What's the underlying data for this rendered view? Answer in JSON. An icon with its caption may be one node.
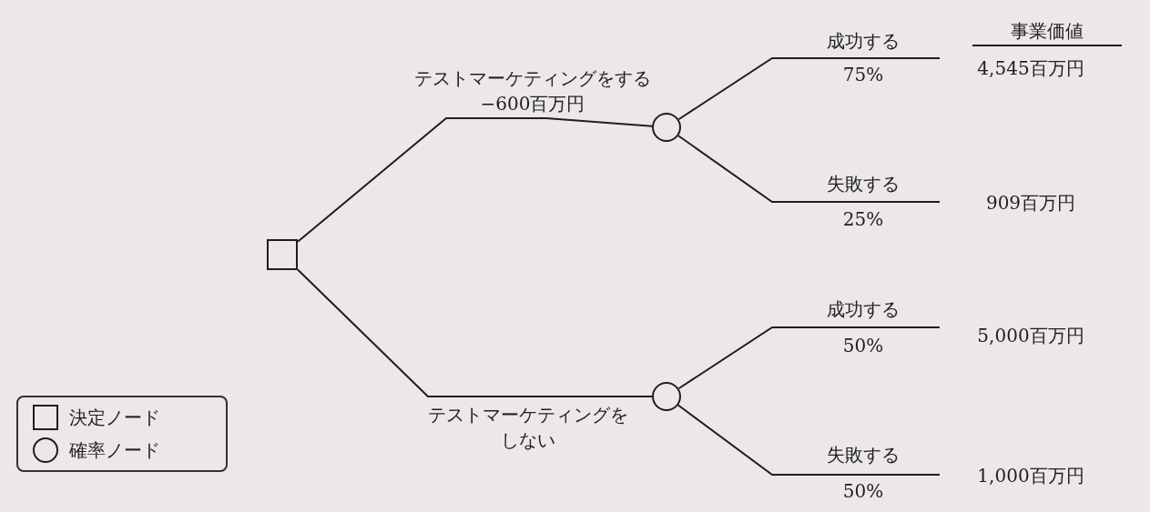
{
  "diagram": {
    "nodes": [
      {
        "text": [],
        "shape": "box"
      },
      {
        "text": [],
        "shape": "circle"
      },
      {
        "text": [],
        "shape": "circle"
      },
      {
        "text": [
          "4,545百万円"
        ]
      },
      {
        "text": [
          "909百万円"
        ]
      },
      {
        "text": [
          "5,000百万円"
        ]
      },
      {
        "text": [
          "1,000百万円"
        ]
      }
    ],
    "edges": [
      {
        "from": 0,
        "to": 1,
        "arrow": "none",
        "label": "テストマーケティングをする−600百万円"
      },
      {
        "from": 0,
        "to": 2,
        "arrow": "none",
        "label": "テストマーケティングをしない"
      },
      {
        "from": 1,
        "to": 3,
        "arrow": "none",
        "label": "成功する"
      },
      {
        "from": 1,
        "to": 4,
        "arrow": "none",
        "label": "失敗する"
      },
      {
        "from": 2,
        "to": 5,
        "arrow": "none",
        "label": "成功する"
      },
      {
        "from": 2,
        "to": 6,
        "arrow": "none",
        "label": "失敗する"
      }
    ],
    "labels": [
      "事業価値",
      "75%",
      "25%",
      "50%",
      "50%"
    ],
    "legend": [
      {
        "text": "決定ノード"
      },
      {
        "text": "確率ノード"
      }
    ]
  }
}
